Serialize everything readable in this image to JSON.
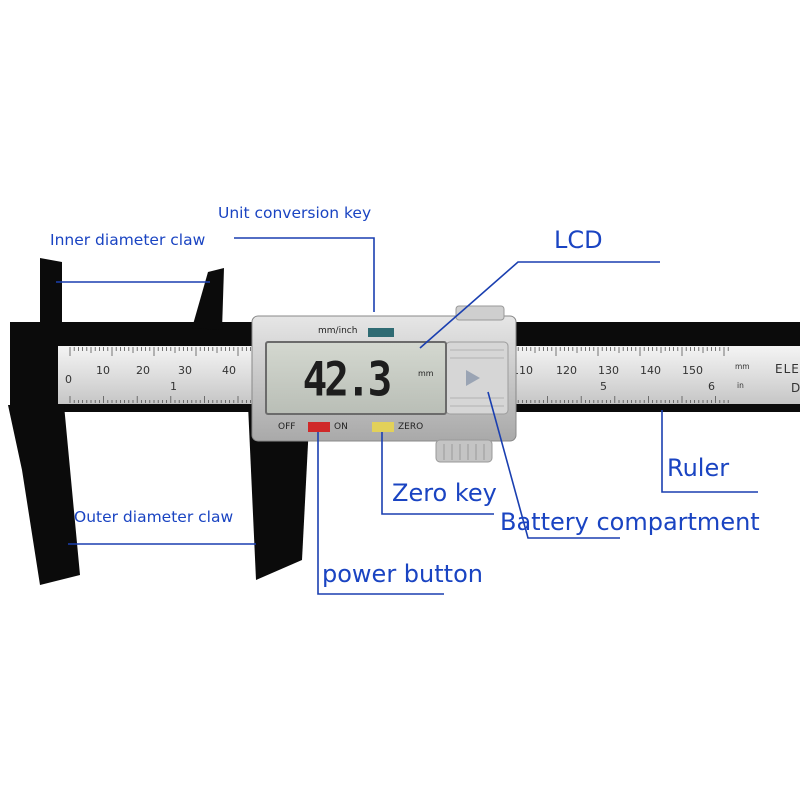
{
  "labels": {
    "unit_conversion_key": "Unit conversion key",
    "inner_diameter_claw": "Inner diameter claw",
    "outer_diameter_claw": "Outer diameter claw",
    "lcd": "LCD",
    "ruler": "Ruler",
    "zero_key": "Zero key",
    "battery_compartment": "Battery compartment",
    "power_button": "power button"
  },
  "display": {
    "value": "42.3",
    "unit": "mm"
  },
  "panel": {
    "mm_inch": "mm/inch",
    "off": "OFF",
    "on": "ON",
    "zero": "ZERO"
  },
  "scale": {
    "left_numbers": [
      "0",
      "10",
      "20",
      "30",
      "40"
    ],
    "right_numbers": [
      "110",
      "120",
      "130",
      "140",
      "150"
    ],
    "inch_right": [
      "5",
      "6"
    ],
    "inch_left": [
      "1"
    ],
    "unit_mm": "mm",
    "unit_in": "in"
  },
  "brand": {
    "line1": "ELE",
    "line2": "D"
  },
  "colors": {
    "callout_text": "#1a44c2",
    "leader_line": "#1a3fb0",
    "body_black": "#0b0b0b",
    "scale_silver": "#e6e6e6",
    "display_housing": "#c9c9c9",
    "lcd_screen": "#c8ccc4",
    "off_key": "#d02828",
    "zero_key": "#e2d15a",
    "mm_inch_key": "#2f6b73"
  }
}
